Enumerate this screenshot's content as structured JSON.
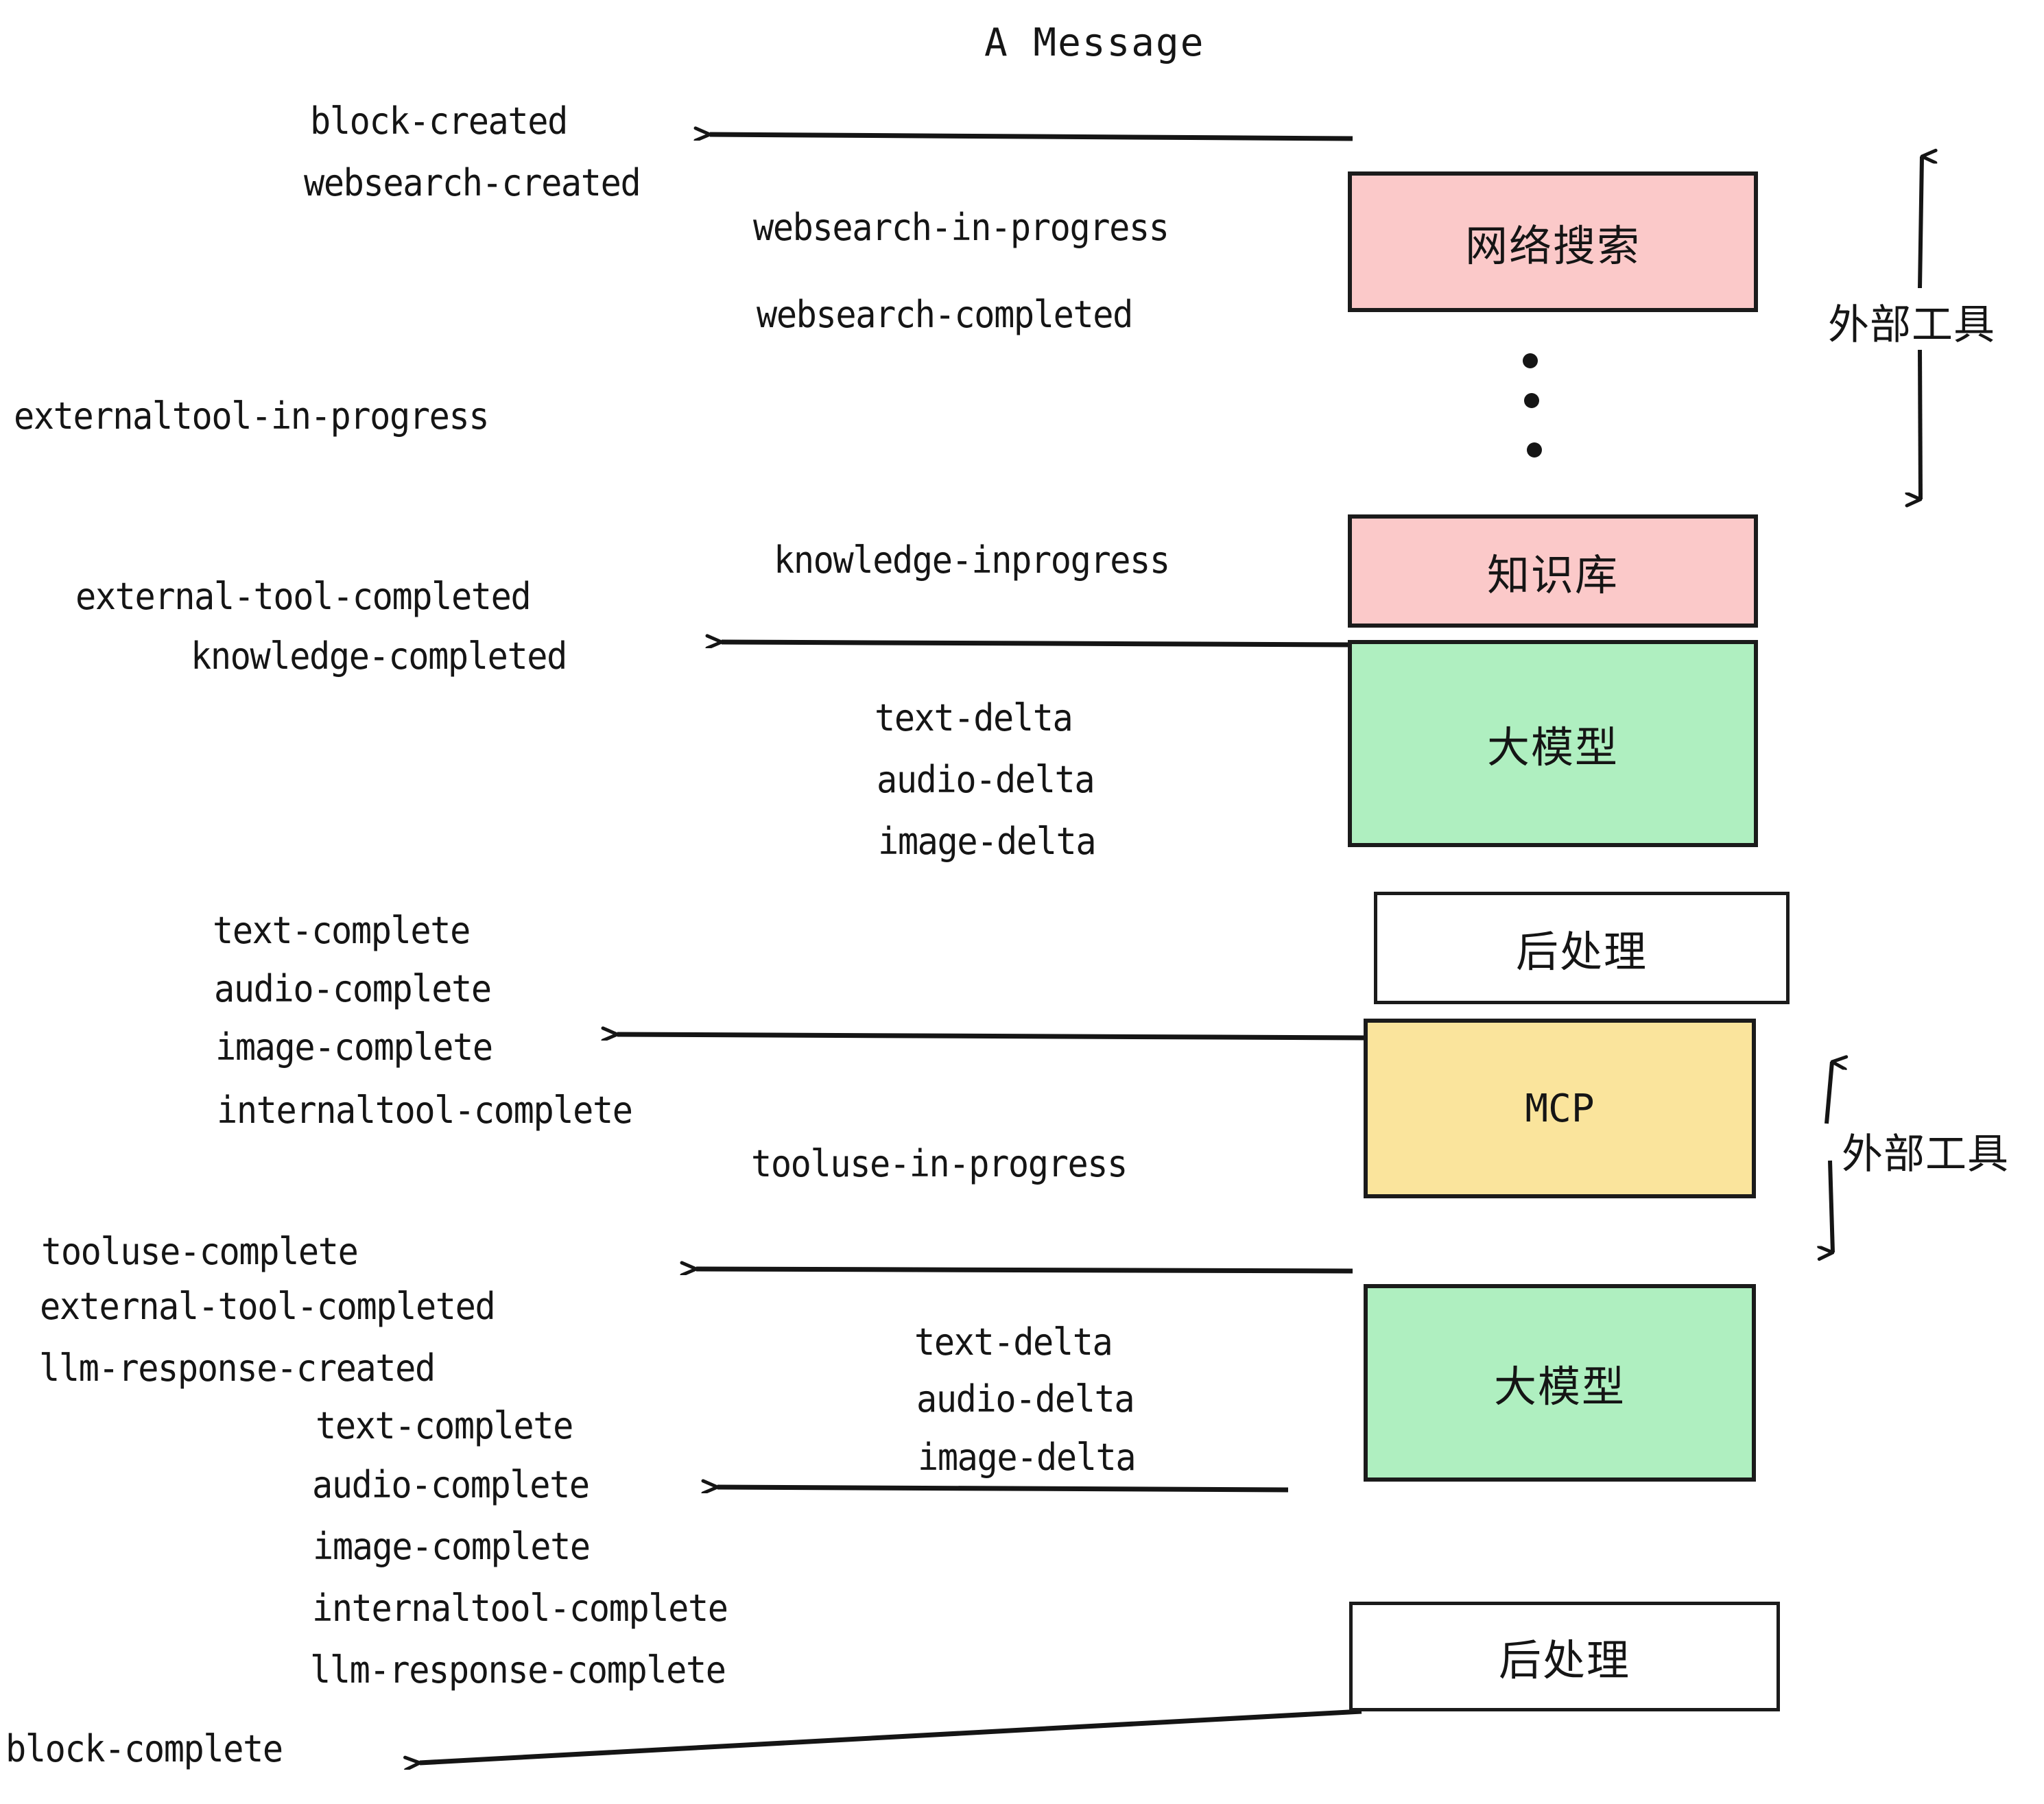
{
  "title": "A Message",
  "palette": {
    "pink": "#FBC9C9",
    "green": "#AFEFC0",
    "yellow": "#FAE49C",
    "white": "#FFFFFF",
    "stroke": "#1B1B1B",
    "text": "#151515"
  },
  "nodes": [
    {
      "label": "网络搜索",
      "fill": "#FBC9C9",
      "kind": "cjk"
    },
    {
      "label": "知识库",
      "fill": "#FBC9C9",
      "kind": "cjk"
    },
    {
      "label": "大模型",
      "fill": "#AFEFC0",
      "kind": "cjk"
    },
    {
      "label": "后处理",
      "fill": "#FFFFFF",
      "kind": "cjk"
    },
    {
      "label": "MCP",
      "fill": "#FAE49C",
      "kind": "latin"
    },
    {
      "label": "大模型",
      "fill": "#AFEFC0",
      "kind": "cjk"
    },
    {
      "label": "后处理",
      "fill": "#FFFFFF",
      "kind": "cjk"
    }
  ],
  "side_labels": [
    {
      "text": "外部工具"
    },
    {
      "text": "外部工具"
    }
  ],
  "events": [
    {
      "text": "block-created"
    },
    {
      "text": "websearch-created"
    },
    {
      "text": "websearch-in-progress"
    },
    {
      "text": "websearch-completed"
    },
    {
      "text": "externaltool-in-progress"
    },
    {
      "text": "knowledge-inprogress"
    },
    {
      "text": "external-tool-completed"
    },
    {
      "text": "knowledge-completed"
    },
    {
      "text": "text-delta"
    },
    {
      "text": "audio-delta"
    },
    {
      "text": "image-delta"
    },
    {
      "text": "text-complete"
    },
    {
      "text": "audio-complete"
    },
    {
      "text": "image-complete"
    },
    {
      "text": "internaltool-complete"
    },
    {
      "text": "tooluse-in-progress"
    },
    {
      "text": "tooluse-complete"
    },
    {
      "text": "external-tool-completed"
    },
    {
      "text": "llm-response-created"
    },
    {
      "text": "text-complete"
    },
    {
      "text": "audio-complete"
    },
    {
      "text": "image-complete"
    },
    {
      "text": "internaltool-complete"
    },
    {
      "text": "llm-response-complete"
    },
    {
      "text": "block-complete"
    }
  ]
}
